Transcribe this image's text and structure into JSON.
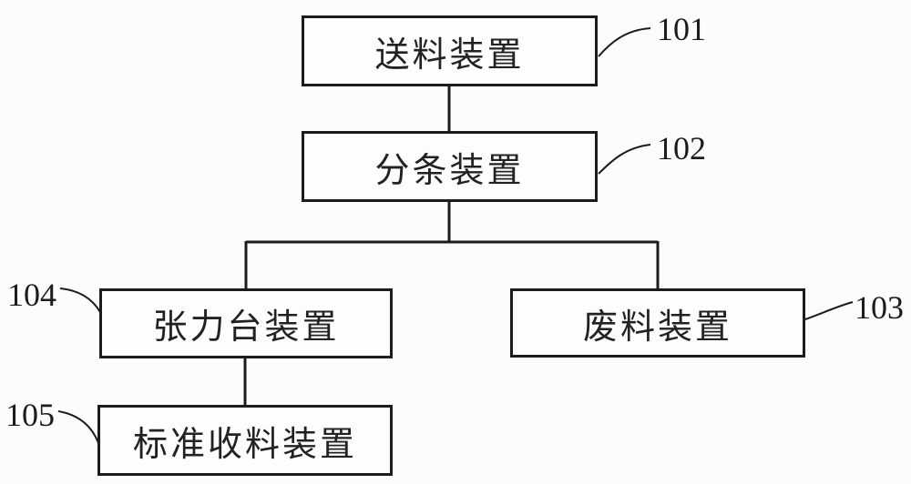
{
  "page": {
    "background_color": "#fcfcfc",
    "ink_color": "#1c1c1c",
    "type": "patent-block-diagram"
  },
  "nodes": {
    "feed": {
      "label": "送料装置",
      "ref": "101"
    },
    "slitting": {
      "label": "分条装置",
      "ref": "102"
    },
    "waste": {
      "label": "废料装置",
      "ref": "103"
    },
    "tension": {
      "label": "张力台装置",
      "ref": "104"
    },
    "collect": {
      "label": "标准收料装置",
      "ref": "105"
    }
  },
  "edges": [
    {
      "from": "101",
      "to": "102"
    },
    {
      "from": "102",
      "to": "104"
    },
    {
      "from": "102",
      "to": "103"
    },
    {
      "from": "104",
      "to": "105"
    }
  ]
}
